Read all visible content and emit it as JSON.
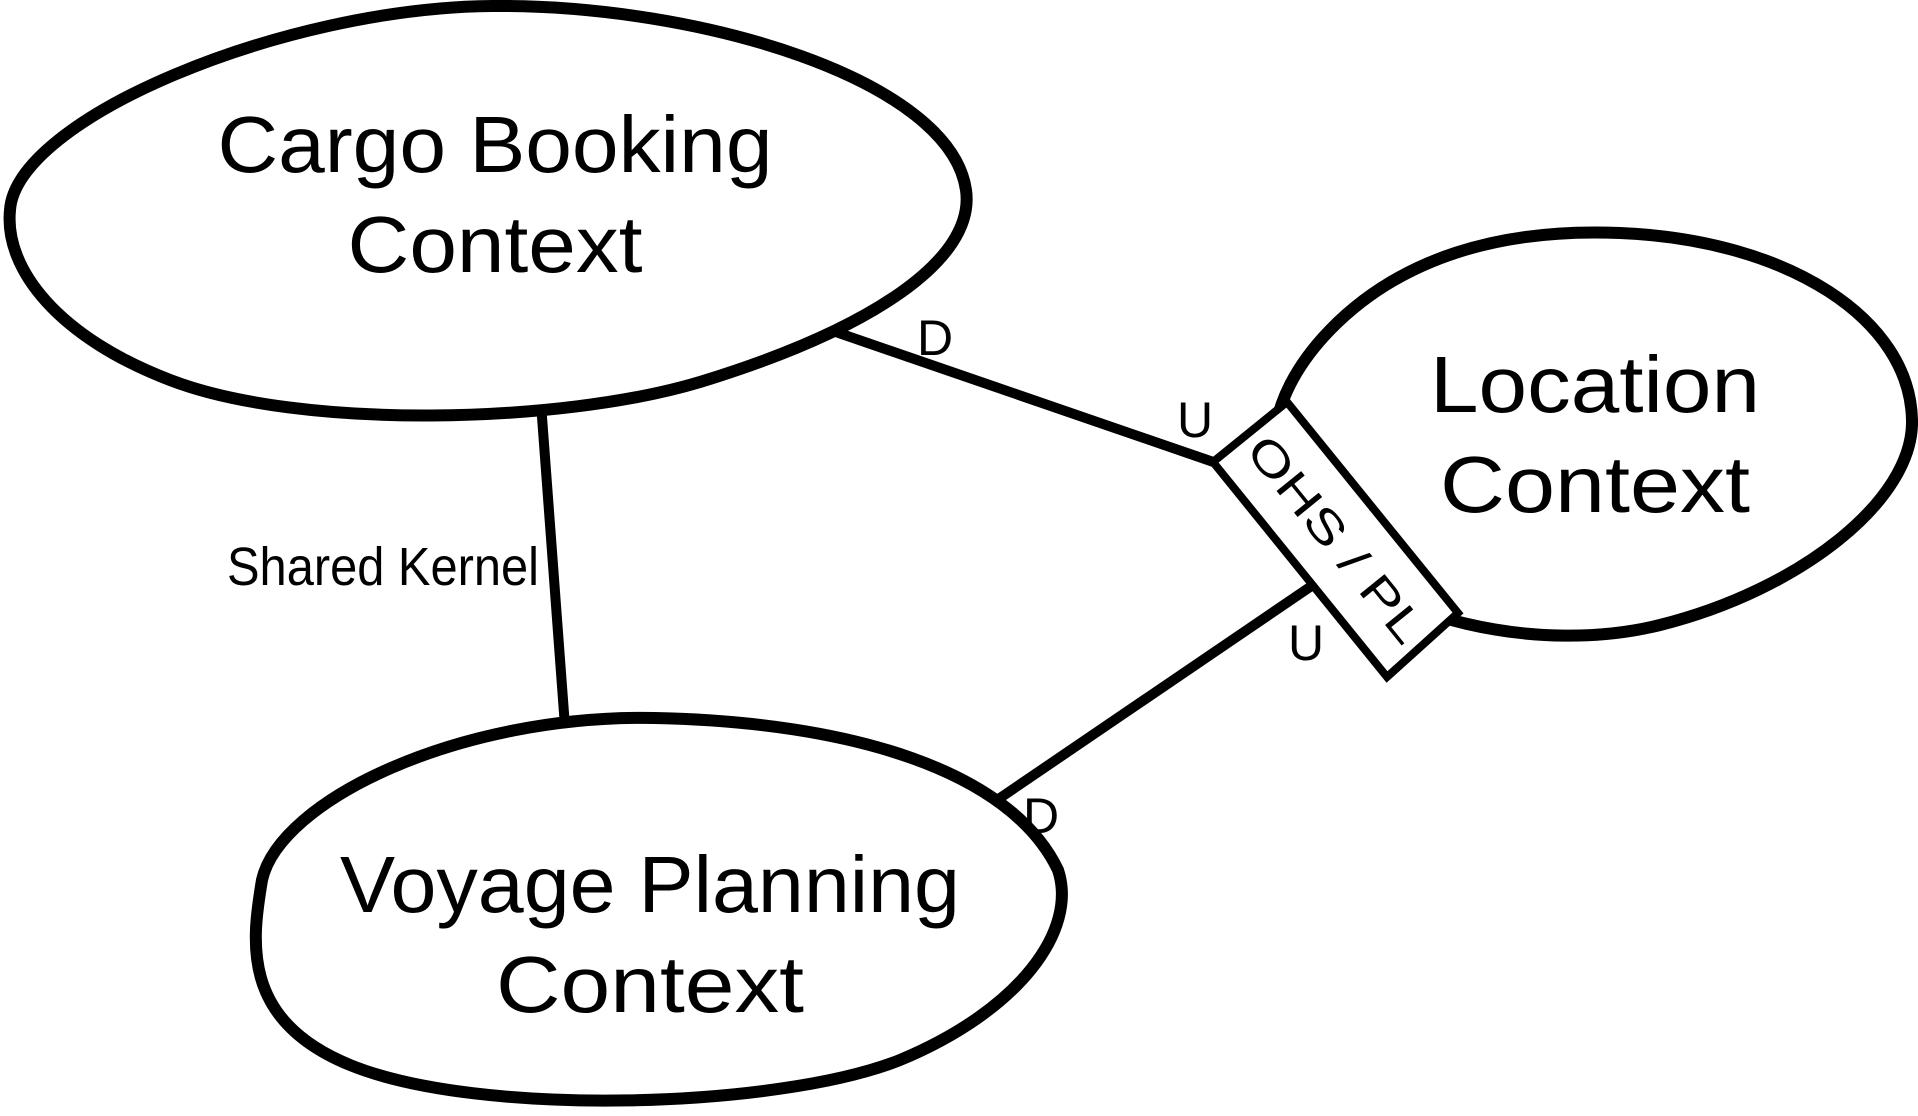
{
  "diagram": {
    "type": "ddd-context-map",
    "background": "#ffffff",
    "stroke_color": "#000000",
    "contexts": [
      {
        "id": "cargo-booking",
        "line1": "Cargo Booking",
        "line2": "Context"
      },
      {
        "id": "location",
        "line1": "Location",
        "line2": "Context"
      },
      {
        "id": "voyage-planning",
        "line1": "Voyage Planning",
        "line2": "Context"
      }
    ],
    "relationships": [
      {
        "from": "cargo-booking",
        "to": "location",
        "from_role": "D",
        "to_role": "U",
        "pattern": "OHS / PL"
      },
      {
        "from": "voyage-planning",
        "to": "location",
        "from_role": "D",
        "to_role": "U",
        "pattern": "OHS / PL"
      },
      {
        "from": "cargo-booking",
        "to": "voyage-planning",
        "pattern": "Shared Kernel"
      }
    ],
    "labels": {
      "shared_kernel": "Shared Kernel",
      "integration_pattern": "OHS / PL",
      "upstream": "U",
      "downstream": "D"
    }
  }
}
